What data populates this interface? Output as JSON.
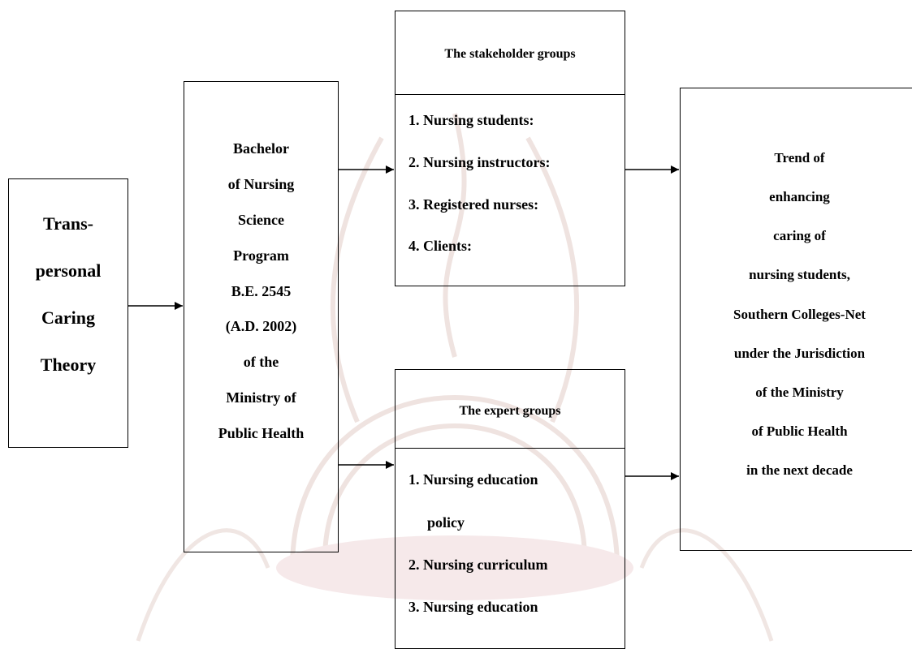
{
  "theory": {
    "lines": [
      "Trans-",
      "personal",
      "Caring",
      "Theory"
    ]
  },
  "program": {
    "lines": [
      "Bachelor",
      "of Nursing",
      "Science",
      "Program",
      "B.E. 2545",
      "(A.D. 2002)",
      "of the",
      "Ministry of",
      "Public Health"
    ]
  },
  "stakeholder": {
    "title": "The stakeholder groups",
    "items": [
      "1.  Nursing students:",
      "2.  Nursing instructors:",
      "3.  Registered nurses:",
      "4.  Clients:"
    ]
  },
  "expert": {
    "title": "The expert groups",
    "items": [
      "1.  Nursing education",
      "policy",
      "2.  Nursing curriculum",
      "3.  Nursing education"
    ]
  },
  "trend": {
    "lines": [
      "Trend of",
      "enhancing",
      "caring of",
      "nursing students,",
      "Southern Colleges-Net",
      "under the Jurisdiction",
      "of the Ministry",
      "of Public Health",
      "in the next decade"
    ]
  },
  "colors": {
    "line": "#000000",
    "text": "#000000",
    "watermark": "#f1e6e4"
  }
}
